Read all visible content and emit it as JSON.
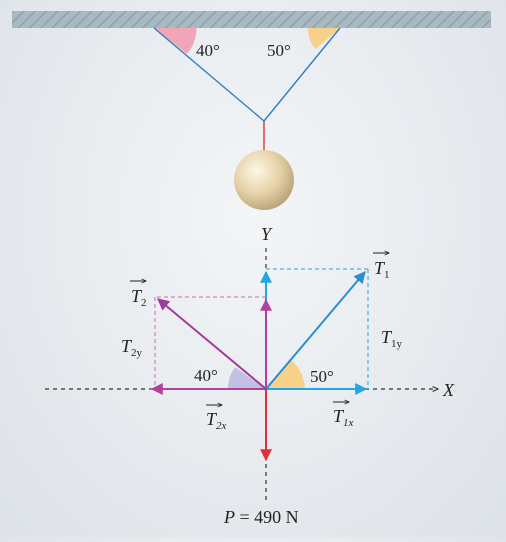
{
  "angles": {
    "left": "40°",
    "right": "50°",
    "t2_angle": "40°",
    "t1_angle": "50°"
  },
  "axes": {
    "x": "X",
    "y": "Y"
  },
  "vectors": {
    "t1": {
      "letter": "T",
      "sub": "1"
    },
    "t2": {
      "letter": "T",
      "sub": "2"
    },
    "t1x": {
      "letter": "T",
      "sub": "1x"
    },
    "t1y": {
      "letter": "T",
      "sub": "1y"
    },
    "t2x": {
      "letter": "T",
      "sub": "2x"
    },
    "t2y": {
      "letter": "T",
      "sub": "2y"
    }
  },
  "weight": {
    "symbol": "P",
    "text": " = 490 N"
  },
  "colors": {
    "ceiling": "#9fb0b8",
    "rope": "#2f7fc0",
    "rope_red": "#e0303a",
    "t1": "#2a8fd0",
    "t2": "#a23c9a",
    "t1x": "#24a6e0",
    "t1y": "#24a6e0",
    "t2x": "#b0429c",
    "t2y": "#b0429c",
    "p": "#e0303a",
    "arc_pink": "#f0a6b8",
    "arc_yellow": "#f7d08a",
    "arc_purple": "#c4c0e4"
  }
}
